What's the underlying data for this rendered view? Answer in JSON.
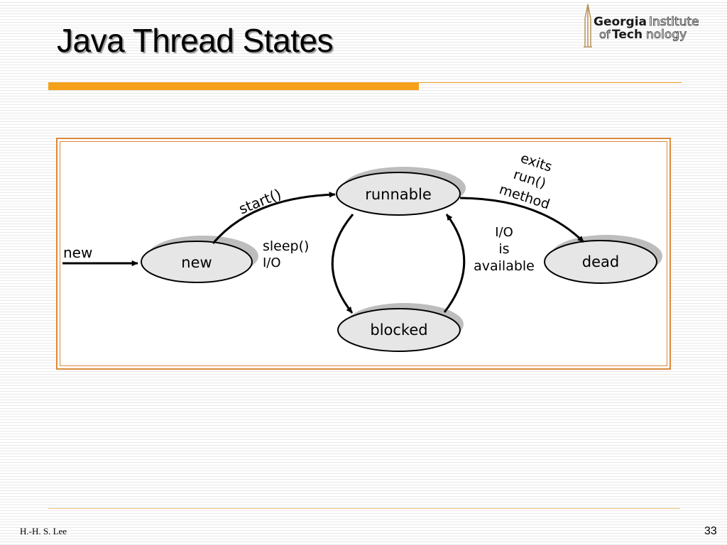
{
  "slide": {
    "title": "Java Thread States",
    "author": "H.-H. S. Lee",
    "page_number": "33"
  },
  "logo": {
    "line1_bold": "Georgia",
    "line1_outline": "Institute",
    "line2_bold_prefix": "of ",
    "line2_bold": "Tech",
    "line2_outline": "nology"
  },
  "diagram": {
    "states": {
      "new": "new",
      "runnable": "runnable",
      "blocked": "blocked",
      "dead": "dead"
    },
    "transitions": {
      "entry": "new",
      "start": "start()",
      "sleep_line1": "sleep()",
      "sleep_line2": "I/O",
      "io_line1": "I/O",
      "io_line2": "is",
      "io_line3": "available",
      "exit_line1": "exits",
      "exit_line2": "run()",
      "exit_line3": "method"
    }
  },
  "colors": {
    "accent_orange": "#f5a01a",
    "frame_border": "#d98a3c",
    "state_fill": "#e6e6e6"
  }
}
